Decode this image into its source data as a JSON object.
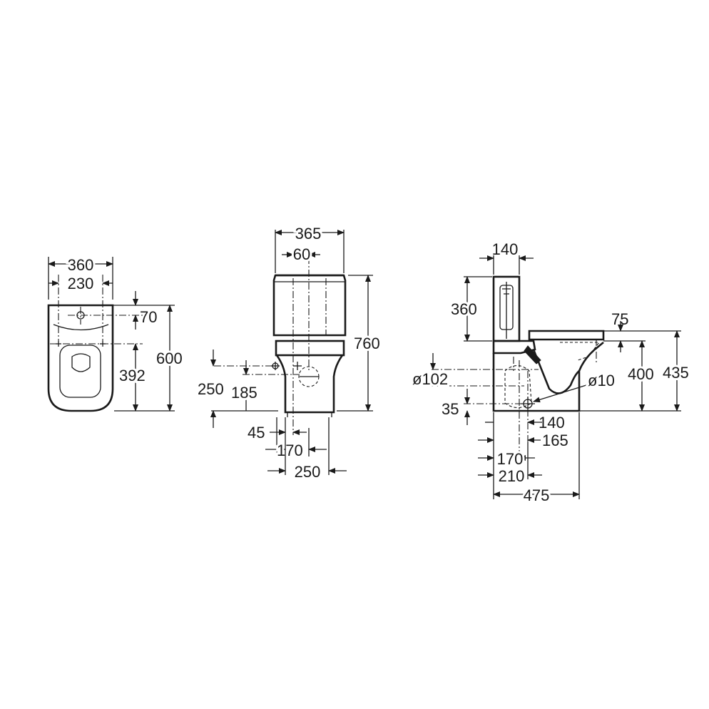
{
  "colors": {
    "line": "#1a1a1a",
    "background": "#ffffff"
  },
  "top_view": {
    "width_overall": "360",
    "hole_spacing": "230",
    "hole_offset": "70",
    "depth": "600",
    "seat_fix": "392"
  },
  "front_view": {
    "width_overall": "365",
    "cistern_offset": "60",
    "height_overall": "760",
    "inlet_height": "250",
    "inlet_height_alt": "185",
    "inlet_side": "45",
    "foot_spacing": "170",
    "base_width": "250"
  },
  "side_view": {
    "cistern_depth": "140",
    "cistern_height": "360",
    "seat_overhang": "75",
    "outlet_diameter": "ø102",
    "fix_diameter": "ø10",
    "rim_height": "400",
    "seat_height": "435",
    "outlet_low": "35",
    "fix_a": "140",
    "fix_b": "165",
    "fix_c": "170",
    "fix_d": "210",
    "depth_overall": "475"
  }
}
